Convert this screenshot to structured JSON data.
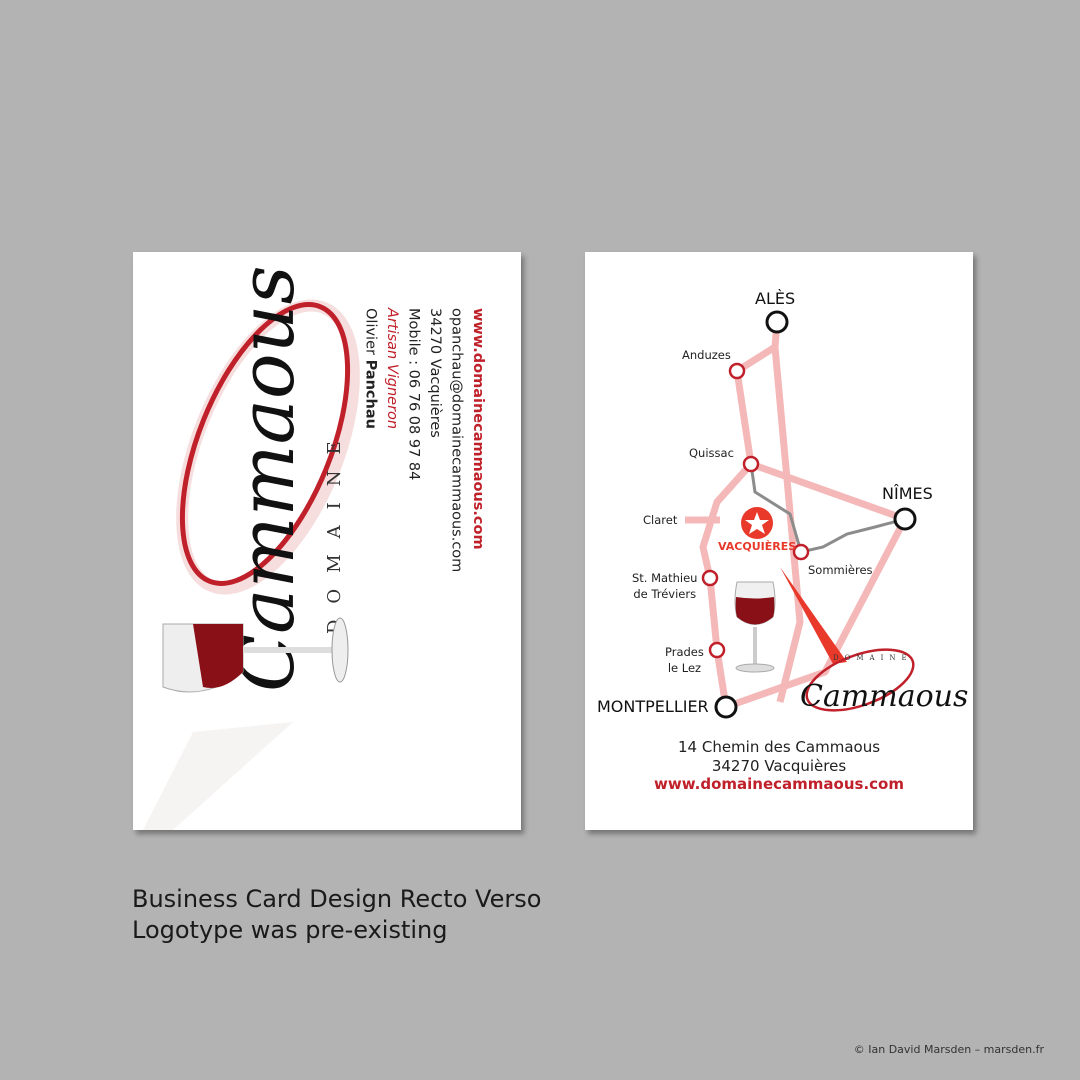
{
  "recto": {
    "logo": {
      "top_word": "DOMAINE",
      "script_word": "Cammaous"
    },
    "contact": {
      "first_name": "Olivier",
      "last_name": "Panchau",
      "title": "Artisan Vigneron",
      "mobile": "Mobile : 06 76 08 97 84",
      "city": "34270 Vacquières",
      "email": "opanchau@domainecammaous.com",
      "website": "www.domainecammaous.com"
    }
  },
  "verso": {
    "map": {
      "cities": [
        "ALÈS",
        "NÎMES",
        "MONTPELLIER"
      ],
      "towns": [
        "Anduzes",
        "Quissac",
        "Claret",
        "Sommières",
        "St. Mathieu",
        "de Tréviers",
        "Prades",
        "le Lez"
      ],
      "destination": "VACQUIÈRES"
    },
    "logo": {
      "top_word": "DOMAINE",
      "script_word": "Cammaous"
    },
    "address_line1": "14 Chemin des Cammaous",
    "address_line2": "34270 Vacquières",
    "website": "www.domainecammaous.com"
  },
  "caption": {
    "line1": "Business Card Design Recto Verso",
    "line2": "Logotype was pre-existing"
  },
  "credit": "© Ian David Marsden – marsden.fr",
  "colors": {
    "background": "#b3b3b3",
    "brand_red": "#c0202a",
    "road_pink": "#f4b8b8",
    "river_grey": "#8c8c8c",
    "star_red": "#e8392b"
  }
}
